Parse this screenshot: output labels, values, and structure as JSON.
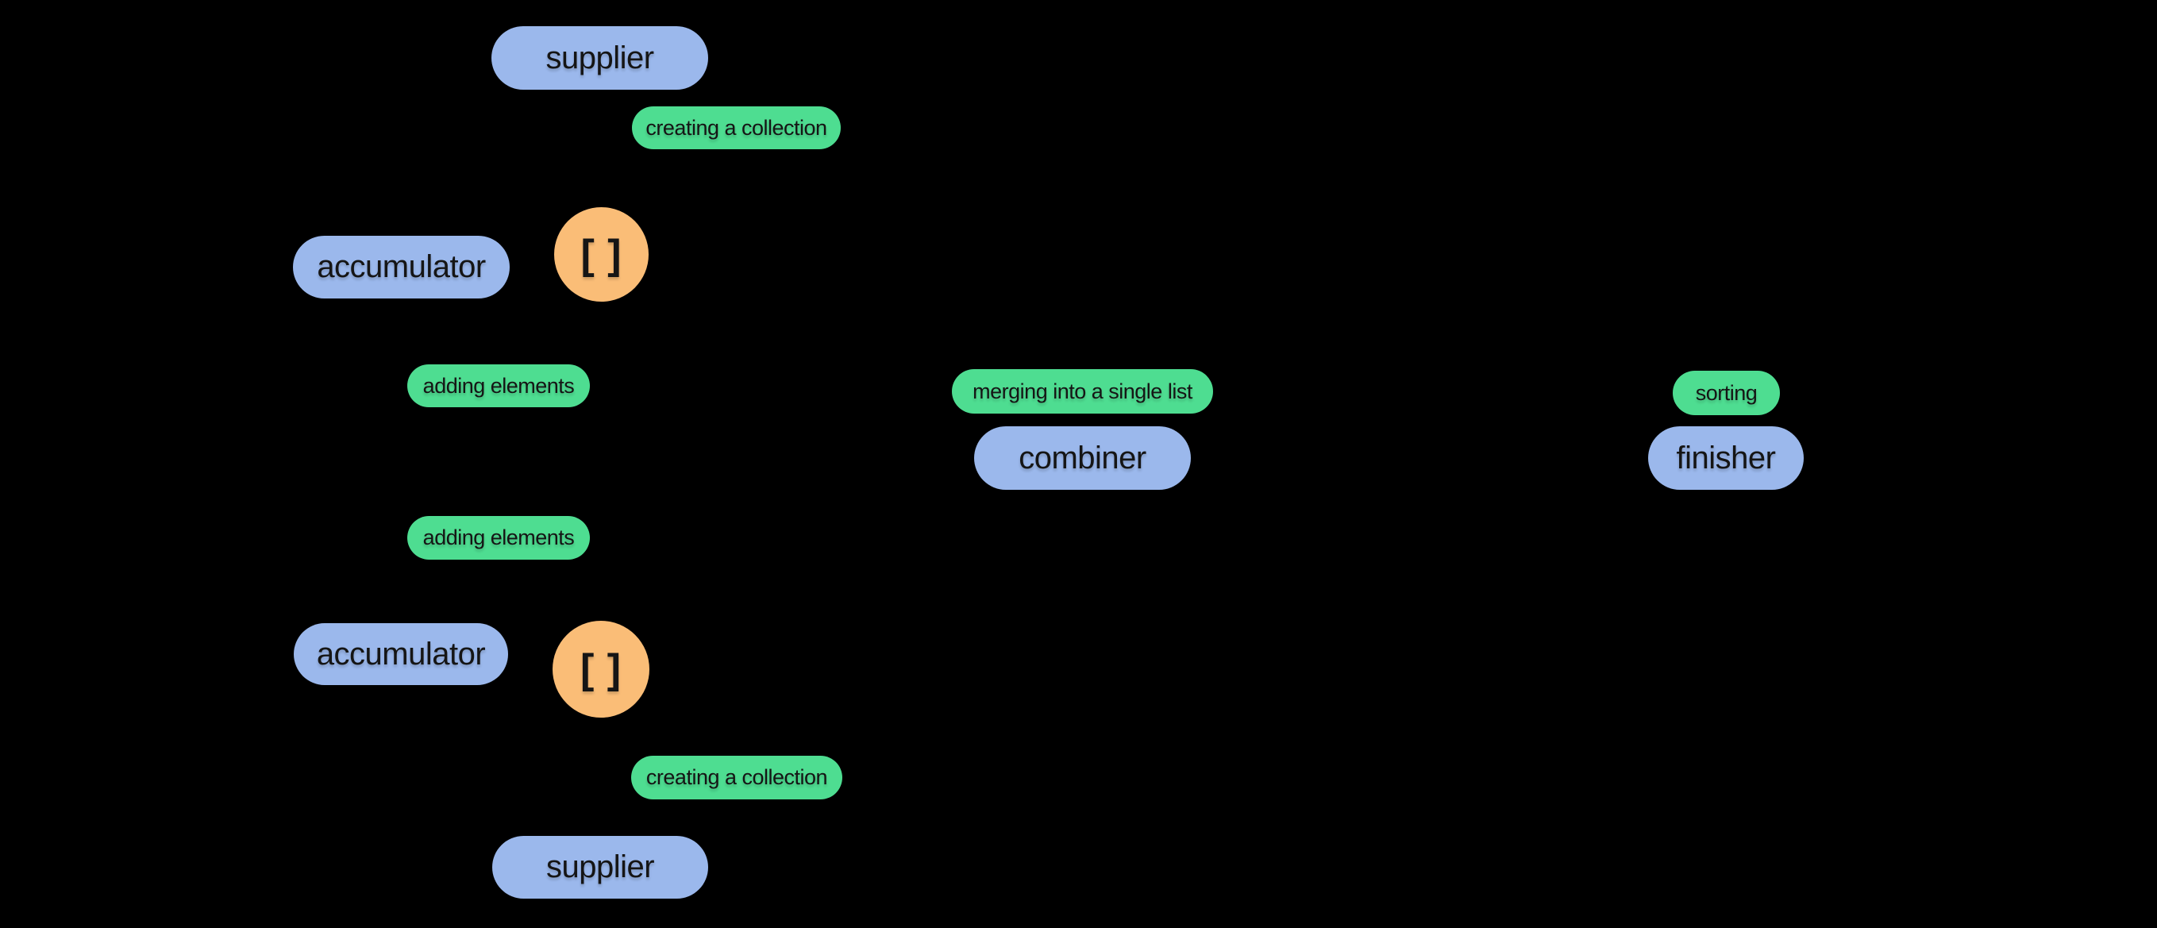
{
  "diagram": {
    "title": "collector components diagram",
    "background_color": "#000000",
    "colors": {
      "component_pill": "#9bb8ec",
      "action_badge": "#4edd91",
      "collection_circle": "#fabd77",
      "text": "#151515"
    },
    "nodes": {
      "supplier_top": "supplier",
      "creating_top": "creating a collection",
      "collection_top": "[ ]",
      "accumulator_top": "accumulator",
      "adding_1": "adding elements",
      "merging": "merging into a single list",
      "sorting": "sorting",
      "combiner": "combiner",
      "finisher": "finisher",
      "adding_2": "adding elements",
      "collection_bottom": "[ ]",
      "accumulator_bottom": "accumulator",
      "creating_bottom": "creating a collection",
      "supplier_bottom": "supplier"
    }
  }
}
